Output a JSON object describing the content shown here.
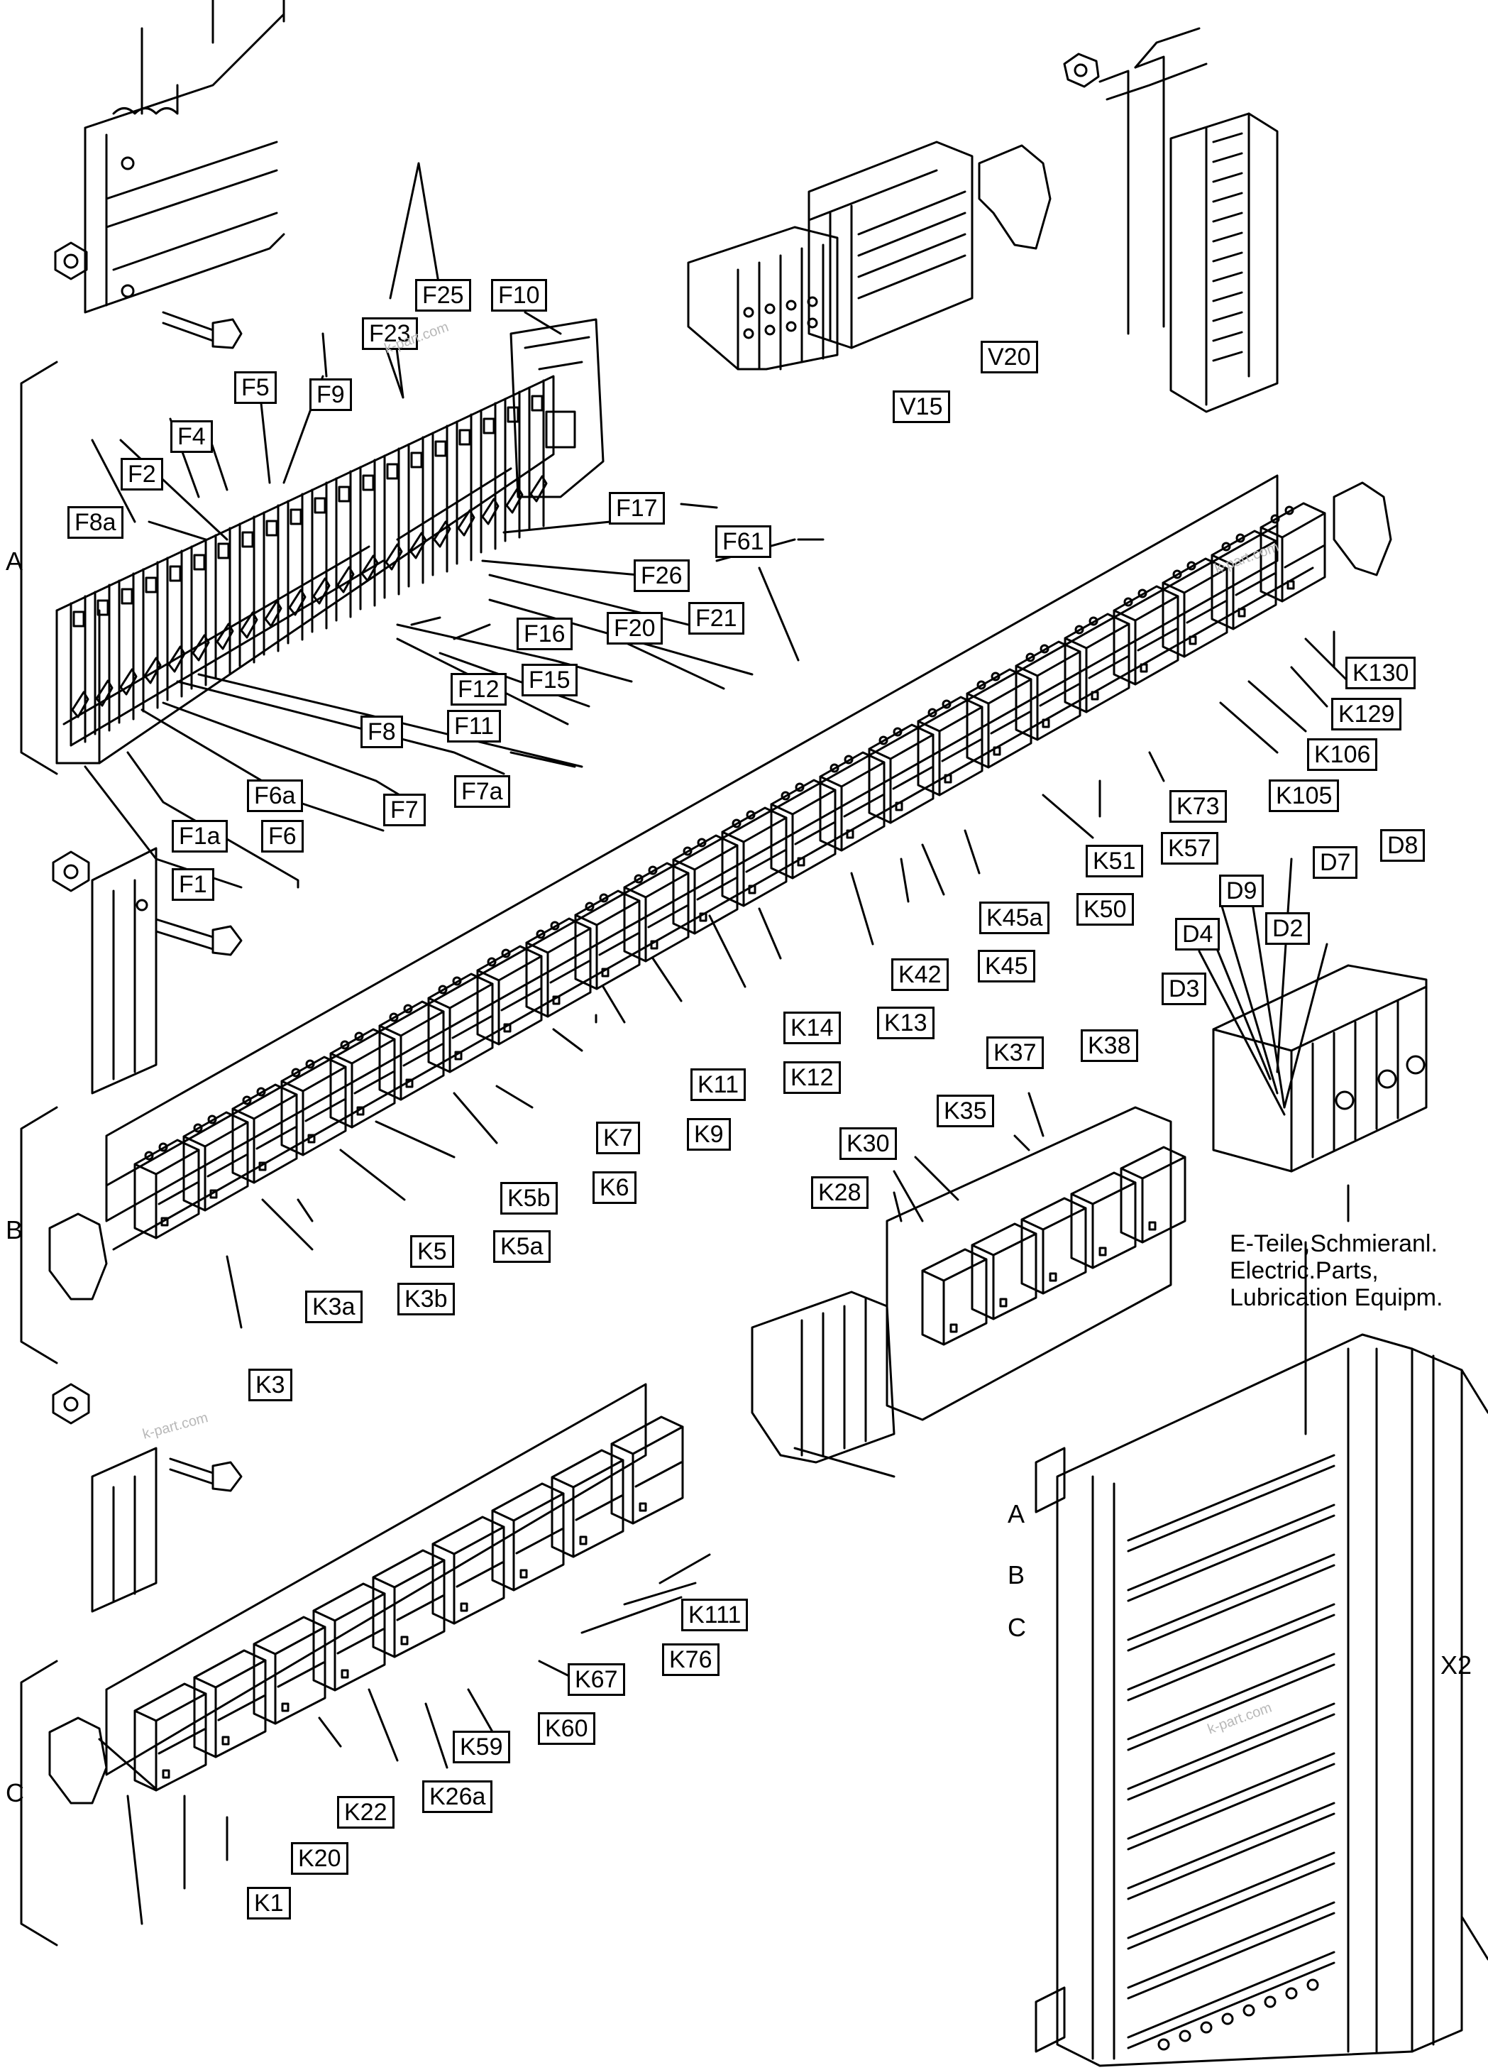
{
  "fuse_labels": [
    "F25",
    "F10",
    "F23",
    "F5",
    "F9",
    "F4",
    "F2",
    "F8a",
    "F17",
    "F61",
    "F26",
    "F21",
    "F20",
    "F16",
    "F15",
    "F12",
    "F11",
    "F8",
    "F7a",
    "F6a",
    "F7",
    "F1a",
    "F6",
    "F1"
  ],
  "relay_labels_a": [
    "K130",
    "K129",
    "K106",
    "K105",
    "K73",
    "K57",
    "K51",
    "K50",
    "K45a",
    "K45",
    "K42",
    "K13",
    "K14",
    "K12",
    "K11",
    "K9",
    "K7",
    "K6",
    "K5b",
    "K5a",
    "K5",
    "K3b",
    "K3a",
    "K3"
  ],
  "relay_labels_b2": [
    "K37",
    "K38",
    "K35",
    "K30",
    "K28"
  ],
  "relay_labels_c": [
    "K111",
    "K76",
    "K67",
    "K60",
    "K59",
    "K26a",
    "K22",
    "K20",
    "K1"
  ],
  "terminal_labels": [
    "V20",
    "V15"
  ],
  "module_labels": [
    "D8",
    "D7",
    "D9",
    "D2",
    "D4",
    "D3"
  ],
  "group_labels": {
    "a": "A",
    "b": "B",
    "c": "C",
    "cab_a": "A",
    "cab_b": "B",
    "cab_c": "C",
    "x2": "X2"
  },
  "note": [
    "E-Teile,Schmieranl.",
    "Electric.Parts,",
    "Lubrication Equipm."
  ],
  "watermark": "k-part.com"
}
